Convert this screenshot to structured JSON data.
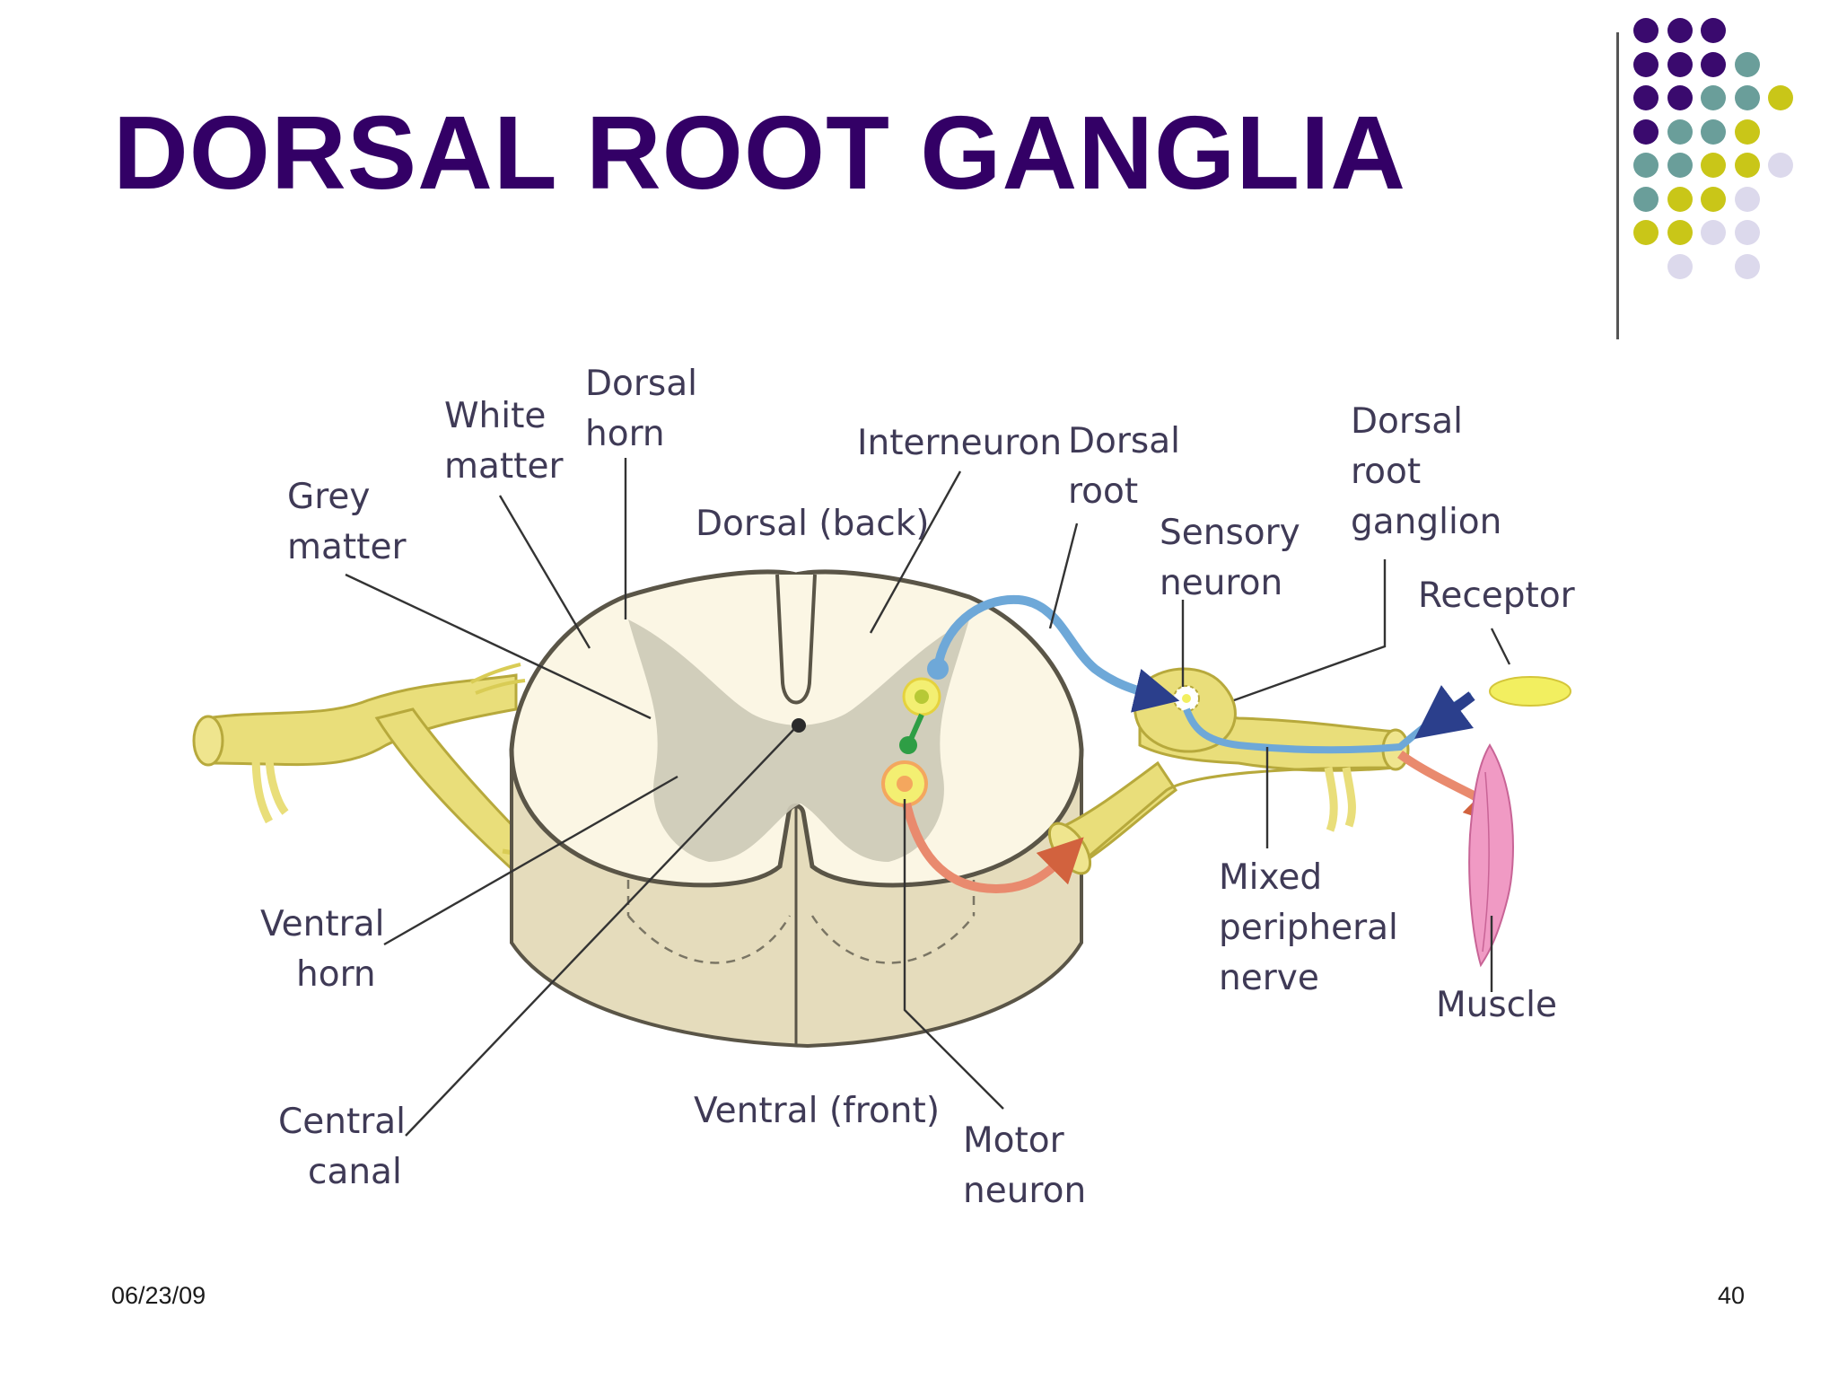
{
  "slide": {
    "title": "DORSAL ROOT GANGLIA",
    "date": "06/23/09",
    "page_number": "40"
  },
  "colors": {
    "title": "#330066",
    "purple": "#3a0a6e",
    "teal": "#6a9e9a",
    "olive": "#c9c618",
    "lavender": "#dcd9ec",
    "white_matter": "#fbf6e4",
    "grey_matter": "#cdcab7",
    "nerve": "#e9de7a",
    "sensory_path": "#6ea8d8",
    "motor_path": "#e98a6e",
    "muscle": "#f09ac4",
    "receptor": "#f2ef60",
    "label_text": "#3f3a56"
  },
  "diagram": {
    "labels": {
      "white_matter": [
        "White",
        "matter"
      ],
      "dorsal_horn": [
        "Dorsal",
        "horn"
      ],
      "grey_matter": [
        "Grey",
        "matter"
      ],
      "interneuron": [
        "Interneuron"
      ],
      "dorsal_root": [
        "Dorsal",
        "root"
      ],
      "dorsal_back": [
        "Dorsal (back)"
      ],
      "sensory_neuron": [
        "Sensory",
        "neuron"
      ],
      "dorsal_root_ganglion": [
        "Dorsal",
        "root",
        "ganglion"
      ],
      "receptor": [
        "Receptor"
      ],
      "ventral_horn": [
        "Ventral",
        "horn"
      ],
      "mixed_peripheral_nerve": [
        "Mixed",
        "peripheral",
        "nerve"
      ],
      "muscle": [
        "Muscle"
      ],
      "central_canal": [
        "Central",
        "canal"
      ],
      "ventral_front": [
        "Ventral (front)"
      ],
      "motor_neuron": [
        "Motor",
        "neuron"
      ]
    }
  }
}
